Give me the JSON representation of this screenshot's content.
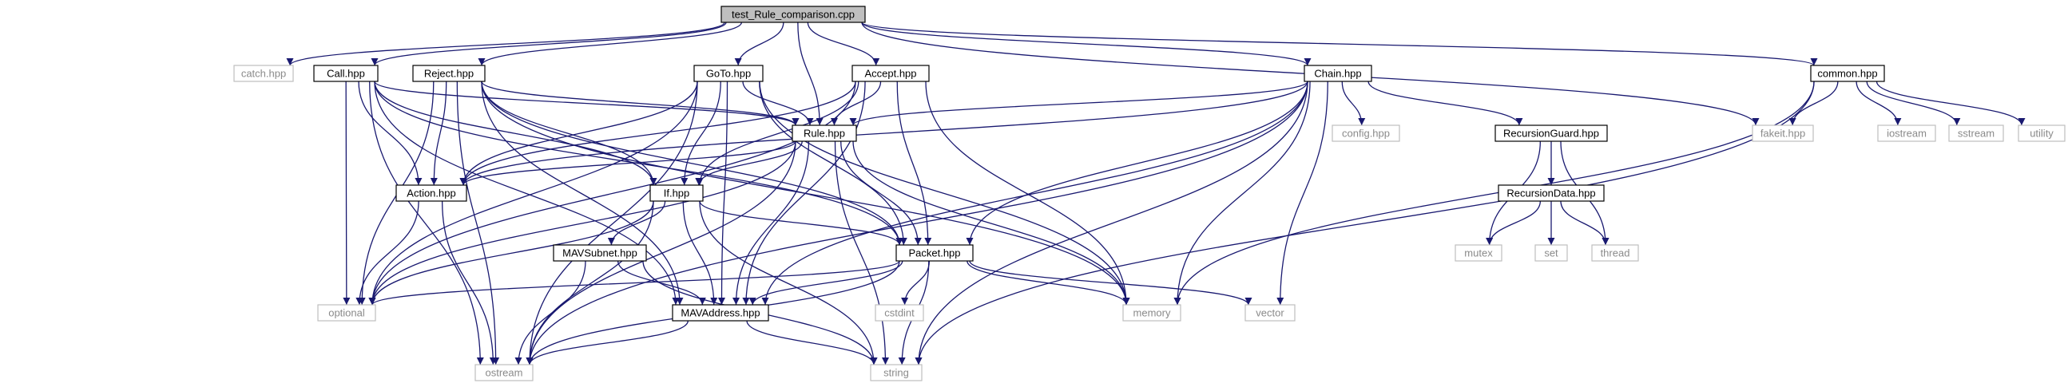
{
  "diagram": {
    "nodes": {
      "test_rule_comparison": {
        "label": "test_Rule_comparison.cpp",
        "kind": "root"
      },
      "catch": {
        "label": "catch.hpp",
        "kind": "sys"
      },
      "call": {
        "label": "Call.hpp",
        "kind": "local"
      },
      "reject": {
        "label": "Reject.hpp",
        "kind": "local"
      },
      "goto": {
        "label": "GoTo.hpp",
        "kind": "local"
      },
      "accept": {
        "label": "Accept.hpp",
        "kind": "local"
      },
      "chain": {
        "label": "Chain.hpp",
        "kind": "local"
      },
      "common": {
        "label": "common.hpp",
        "kind": "local"
      },
      "rule": {
        "label": "Rule.hpp",
        "kind": "local"
      },
      "action": {
        "label": "Action.hpp",
        "kind": "local"
      },
      "if": {
        "label": "If.hpp",
        "kind": "local"
      },
      "config": {
        "label": "config.hpp",
        "kind": "sys"
      },
      "recursionguard": {
        "label": "RecursionGuard.hpp",
        "kind": "local"
      },
      "recursiondata": {
        "label": "RecursionData.hpp",
        "kind": "local"
      },
      "fakeit": {
        "label": "fakeit.hpp",
        "kind": "sys"
      },
      "iostream": {
        "label": "iostream",
        "kind": "sys"
      },
      "sstream": {
        "label": "sstream",
        "kind": "sys"
      },
      "utility": {
        "label": "utility",
        "kind": "sys"
      },
      "mavsubnet": {
        "label": "MAVSubnet.hpp",
        "kind": "local"
      },
      "packet": {
        "label": "Packet.hpp",
        "kind": "local"
      },
      "mutex": {
        "label": "mutex",
        "kind": "sys"
      },
      "set": {
        "label": "set",
        "kind": "sys"
      },
      "thread": {
        "label": "thread",
        "kind": "sys"
      },
      "optional": {
        "label": "optional",
        "kind": "sys"
      },
      "mavaddress": {
        "label": "MAVAddress.hpp",
        "kind": "local"
      },
      "cstdint": {
        "label": "cstdint",
        "kind": "sys"
      },
      "memory": {
        "label": "memory",
        "kind": "sys"
      },
      "vector": {
        "label": "vector",
        "kind": "sys"
      },
      "ostream": {
        "label": "ostream",
        "kind": "sys"
      },
      "string": {
        "label": "string",
        "kind": "sys"
      }
    },
    "edges": [
      [
        "test_rule_comparison",
        "catch"
      ],
      [
        "test_rule_comparison",
        "call"
      ],
      [
        "test_rule_comparison",
        "reject"
      ],
      [
        "test_rule_comparison",
        "goto"
      ],
      [
        "test_rule_comparison",
        "accept"
      ],
      [
        "test_rule_comparison",
        "chain"
      ],
      [
        "test_rule_comparison",
        "common"
      ],
      [
        "test_rule_comparison",
        "rule"
      ],
      [
        "test_rule_comparison",
        "fakeit"
      ],
      [
        "call",
        "rule"
      ],
      [
        "call",
        "action"
      ],
      [
        "call",
        "if"
      ],
      [
        "call",
        "packet"
      ],
      [
        "call",
        "optional"
      ],
      [
        "call",
        "ostream"
      ],
      [
        "call",
        "mavaddress"
      ],
      [
        "reject",
        "rule"
      ],
      [
        "reject",
        "action"
      ],
      [
        "reject",
        "if"
      ],
      [
        "reject",
        "packet"
      ],
      [
        "reject",
        "optional"
      ],
      [
        "reject",
        "ostream"
      ],
      [
        "reject",
        "mavaddress"
      ],
      [
        "reject",
        "memory"
      ],
      [
        "goto",
        "rule"
      ],
      [
        "goto",
        "action"
      ],
      [
        "goto",
        "if"
      ],
      [
        "goto",
        "packet"
      ],
      [
        "goto",
        "optional"
      ],
      [
        "goto",
        "ostream"
      ],
      [
        "goto",
        "mavaddress"
      ],
      [
        "goto",
        "memory"
      ],
      [
        "accept",
        "rule"
      ],
      [
        "accept",
        "action"
      ],
      [
        "accept",
        "if"
      ],
      [
        "accept",
        "packet"
      ],
      [
        "accept",
        "optional"
      ],
      [
        "accept",
        "mavaddress"
      ],
      [
        "accept",
        "memory"
      ],
      [
        "chain",
        "rule"
      ],
      [
        "chain",
        "action"
      ],
      [
        "chain",
        "config"
      ],
      [
        "chain",
        "recursionguard"
      ],
      [
        "chain",
        "packet"
      ],
      [
        "chain",
        "mavaddress"
      ],
      [
        "chain",
        "memory"
      ],
      [
        "chain",
        "ostream"
      ],
      [
        "chain",
        "string"
      ],
      [
        "chain",
        "vector"
      ],
      [
        "common",
        "fakeit"
      ],
      [
        "common",
        "iostream"
      ],
      [
        "common",
        "sstream"
      ],
      [
        "common",
        "utility"
      ],
      [
        "common",
        "memory"
      ],
      [
        "common",
        "string"
      ],
      [
        "rule",
        "action"
      ],
      [
        "rule",
        "if"
      ],
      [
        "rule",
        "packet"
      ],
      [
        "rule",
        "optional"
      ],
      [
        "rule",
        "mavaddress"
      ],
      [
        "rule",
        "ostream"
      ],
      [
        "rule",
        "memory"
      ],
      [
        "rule",
        "string"
      ],
      [
        "action",
        "optional"
      ],
      [
        "action",
        "ostream"
      ],
      [
        "if",
        "mavsubnet"
      ],
      [
        "if",
        "packet"
      ],
      [
        "if",
        "mavaddress"
      ],
      [
        "if",
        "optional"
      ],
      [
        "if",
        "ostream"
      ],
      [
        "if",
        "string"
      ],
      [
        "recursionguard",
        "recursiondata"
      ],
      [
        "recursionguard",
        "mutex"
      ],
      [
        "recursionguard",
        "thread"
      ],
      [
        "recursiondata",
        "mutex"
      ],
      [
        "recursiondata",
        "set"
      ],
      [
        "recursiondata",
        "thread"
      ],
      [
        "mavsubnet",
        "mavaddress"
      ],
      [
        "mavsubnet",
        "ostream"
      ],
      [
        "mavsubnet",
        "string"
      ],
      [
        "packet",
        "mavaddress"
      ],
      [
        "packet",
        "cstdint"
      ],
      [
        "packet",
        "memory"
      ],
      [
        "packet",
        "optional"
      ],
      [
        "packet",
        "ostream"
      ],
      [
        "packet",
        "string"
      ],
      [
        "packet",
        "vector"
      ],
      [
        "mavaddress",
        "ostream"
      ],
      [
        "mavaddress",
        "string"
      ]
    ],
    "colors": {
      "edge": "#191970",
      "local_border": "#000000",
      "sys_border": "#bfbfbf",
      "root_fill": "#bfbfbf",
      "sys_text": "#8a8a8a"
    }
  }
}
